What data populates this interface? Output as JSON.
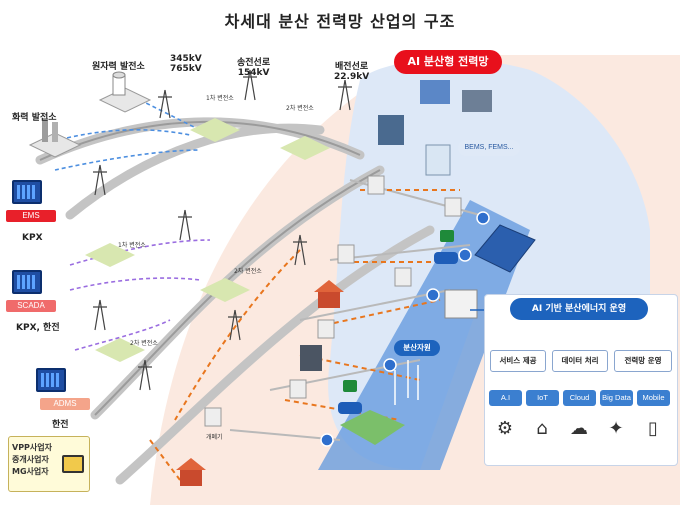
{
  "title": "차세대 분산 전력망 산업의 구조",
  "sources": {
    "nuclear": "원자력 발전소",
    "thermal": "화력 발전소"
  },
  "voltages": {
    "transmission_high": "345kV\n765kV",
    "transmission_line": "송전선로\n154kV",
    "distribution_line": "배전선로\n22.9kV"
  },
  "substations": {
    "primary_top": "1차 변전소",
    "secondary_top": "2차 변전소",
    "primary_mid": "1차 변전소",
    "secondary_mid": "2차 변전소",
    "secondary_low": "2차 변전소"
  },
  "operators": [
    {
      "system": "EMS",
      "org": "KPX",
      "color": "#e8202a"
    },
    {
      "system": "SCADA",
      "org": "KPX, 한전",
      "color": "#f06b6b"
    },
    {
      "system": "ADMS",
      "org": "한전",
      "color": "#f4a48a"
    }
  ],
  "switch_label": "개폐기",
  "ai_grid_label": "AI 분산형 전력망",
  "bems_label": "BEMS, FEMS...",
  "distributed_resources_label": "분산자원",
  "ai_panel": {
    "title": "AI 기반 분산에너지 운영",
    "services": [
      "서비스 제공",
      "데이터 처리",
      "전력망 운영"
    ],
    "technologies": [
      "A.I",
      "IoT",
      "Cloud",
      "Big Data",
      "Mobile"
    ],
    "tech_icons": [
      "brain-circuit-icon",
      "smart-home-icon",
      "cloud-upload-icon",
      "lightbulb-data-icon",
      "smartphone-icon"
    ]
  },
  "vpp_label": "VPP사업자\n중개사업자\nMG사업자",
  "colors": {
    "accent_red": "#e8101c",
    "panel_blue": "#1d63bd",
    "line_gray": "#bdbdbd",
    "flow_orange": "#e8761e",
    "flow_blue": "#4d8fe0",
    "flow_purple": "#9a6de0"
  }
}
